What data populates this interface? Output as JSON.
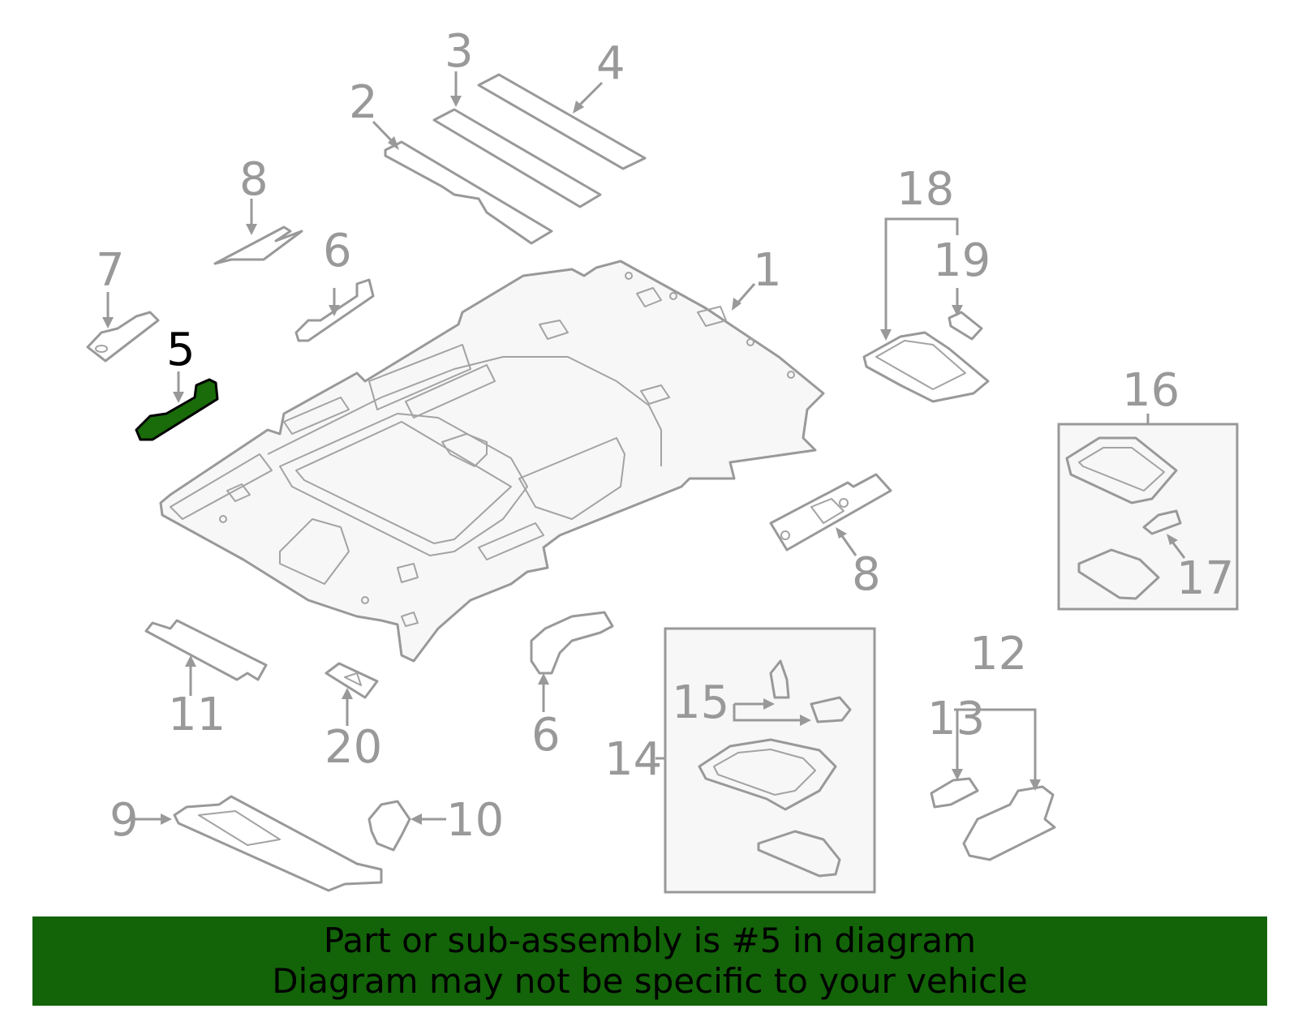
{
  "callouts": {
    "c1": "1",
    "c2": "2",
    "c3": "3",
    "c4": "4",
    "c5": "5",
    "c6a": "6",
    "c6b": "6",
    "c7": "7",
    "c8a": "8",
    "c8b": "8",
    "c9": "9",
    "c10": "10",
    "c11": "11",
    "c12": "12",
    "c13": "13",
    "c14": "14",
    "c15": "15",
    "c16": "16",
    "c17": "17",
    "c18": "18",
    "c19": "19",
    "c20": "20"
  },
  "highlight": {
    "part_number": "5",
    "color": "#1a6b0a"
  },
  "banner": {
    "line1": "Part or sub-assembly is #5 in diagram",
    "line2": "Diagram may not be specific to your vehicle",
    "background": "#136309"
  }
}
